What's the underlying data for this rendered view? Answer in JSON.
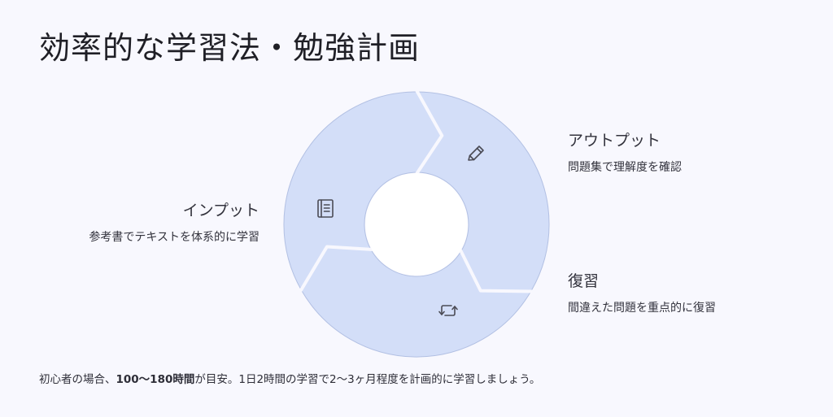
{
  "title": "効率的な学習法・勉強計画",
  "cycle": {
    "segments": [
      {
        "id": "input",
        "heading": "インプット",
        "description": "参考書でテキストを体系的に学習",
        "icon": "book-icon"
      },
      {
        "id": "output",
        "heading": "アウトプット",
        "description": "問題集で理解度を確認",
        "icon": "pencil-icon"
      },
      {
        "id": "review",
        "heading": "復習",
        "description": "間違えた問題を重点的に復習",
        "icon": "repeat-icon"
      }
    ],
    "colors": {
      "fill": "#d3def8",
      "stroke": "#b2c0e3",
      "icon": "#4b4b55"
    }
  },
  "footer": {
    "before": "初心者の場合、",
    "bold": "100〜180時間",
    "after": "が目安。1日2時間の学習で2〜3ヶ月程度を計画的に学習しましょう。"
  }
}
